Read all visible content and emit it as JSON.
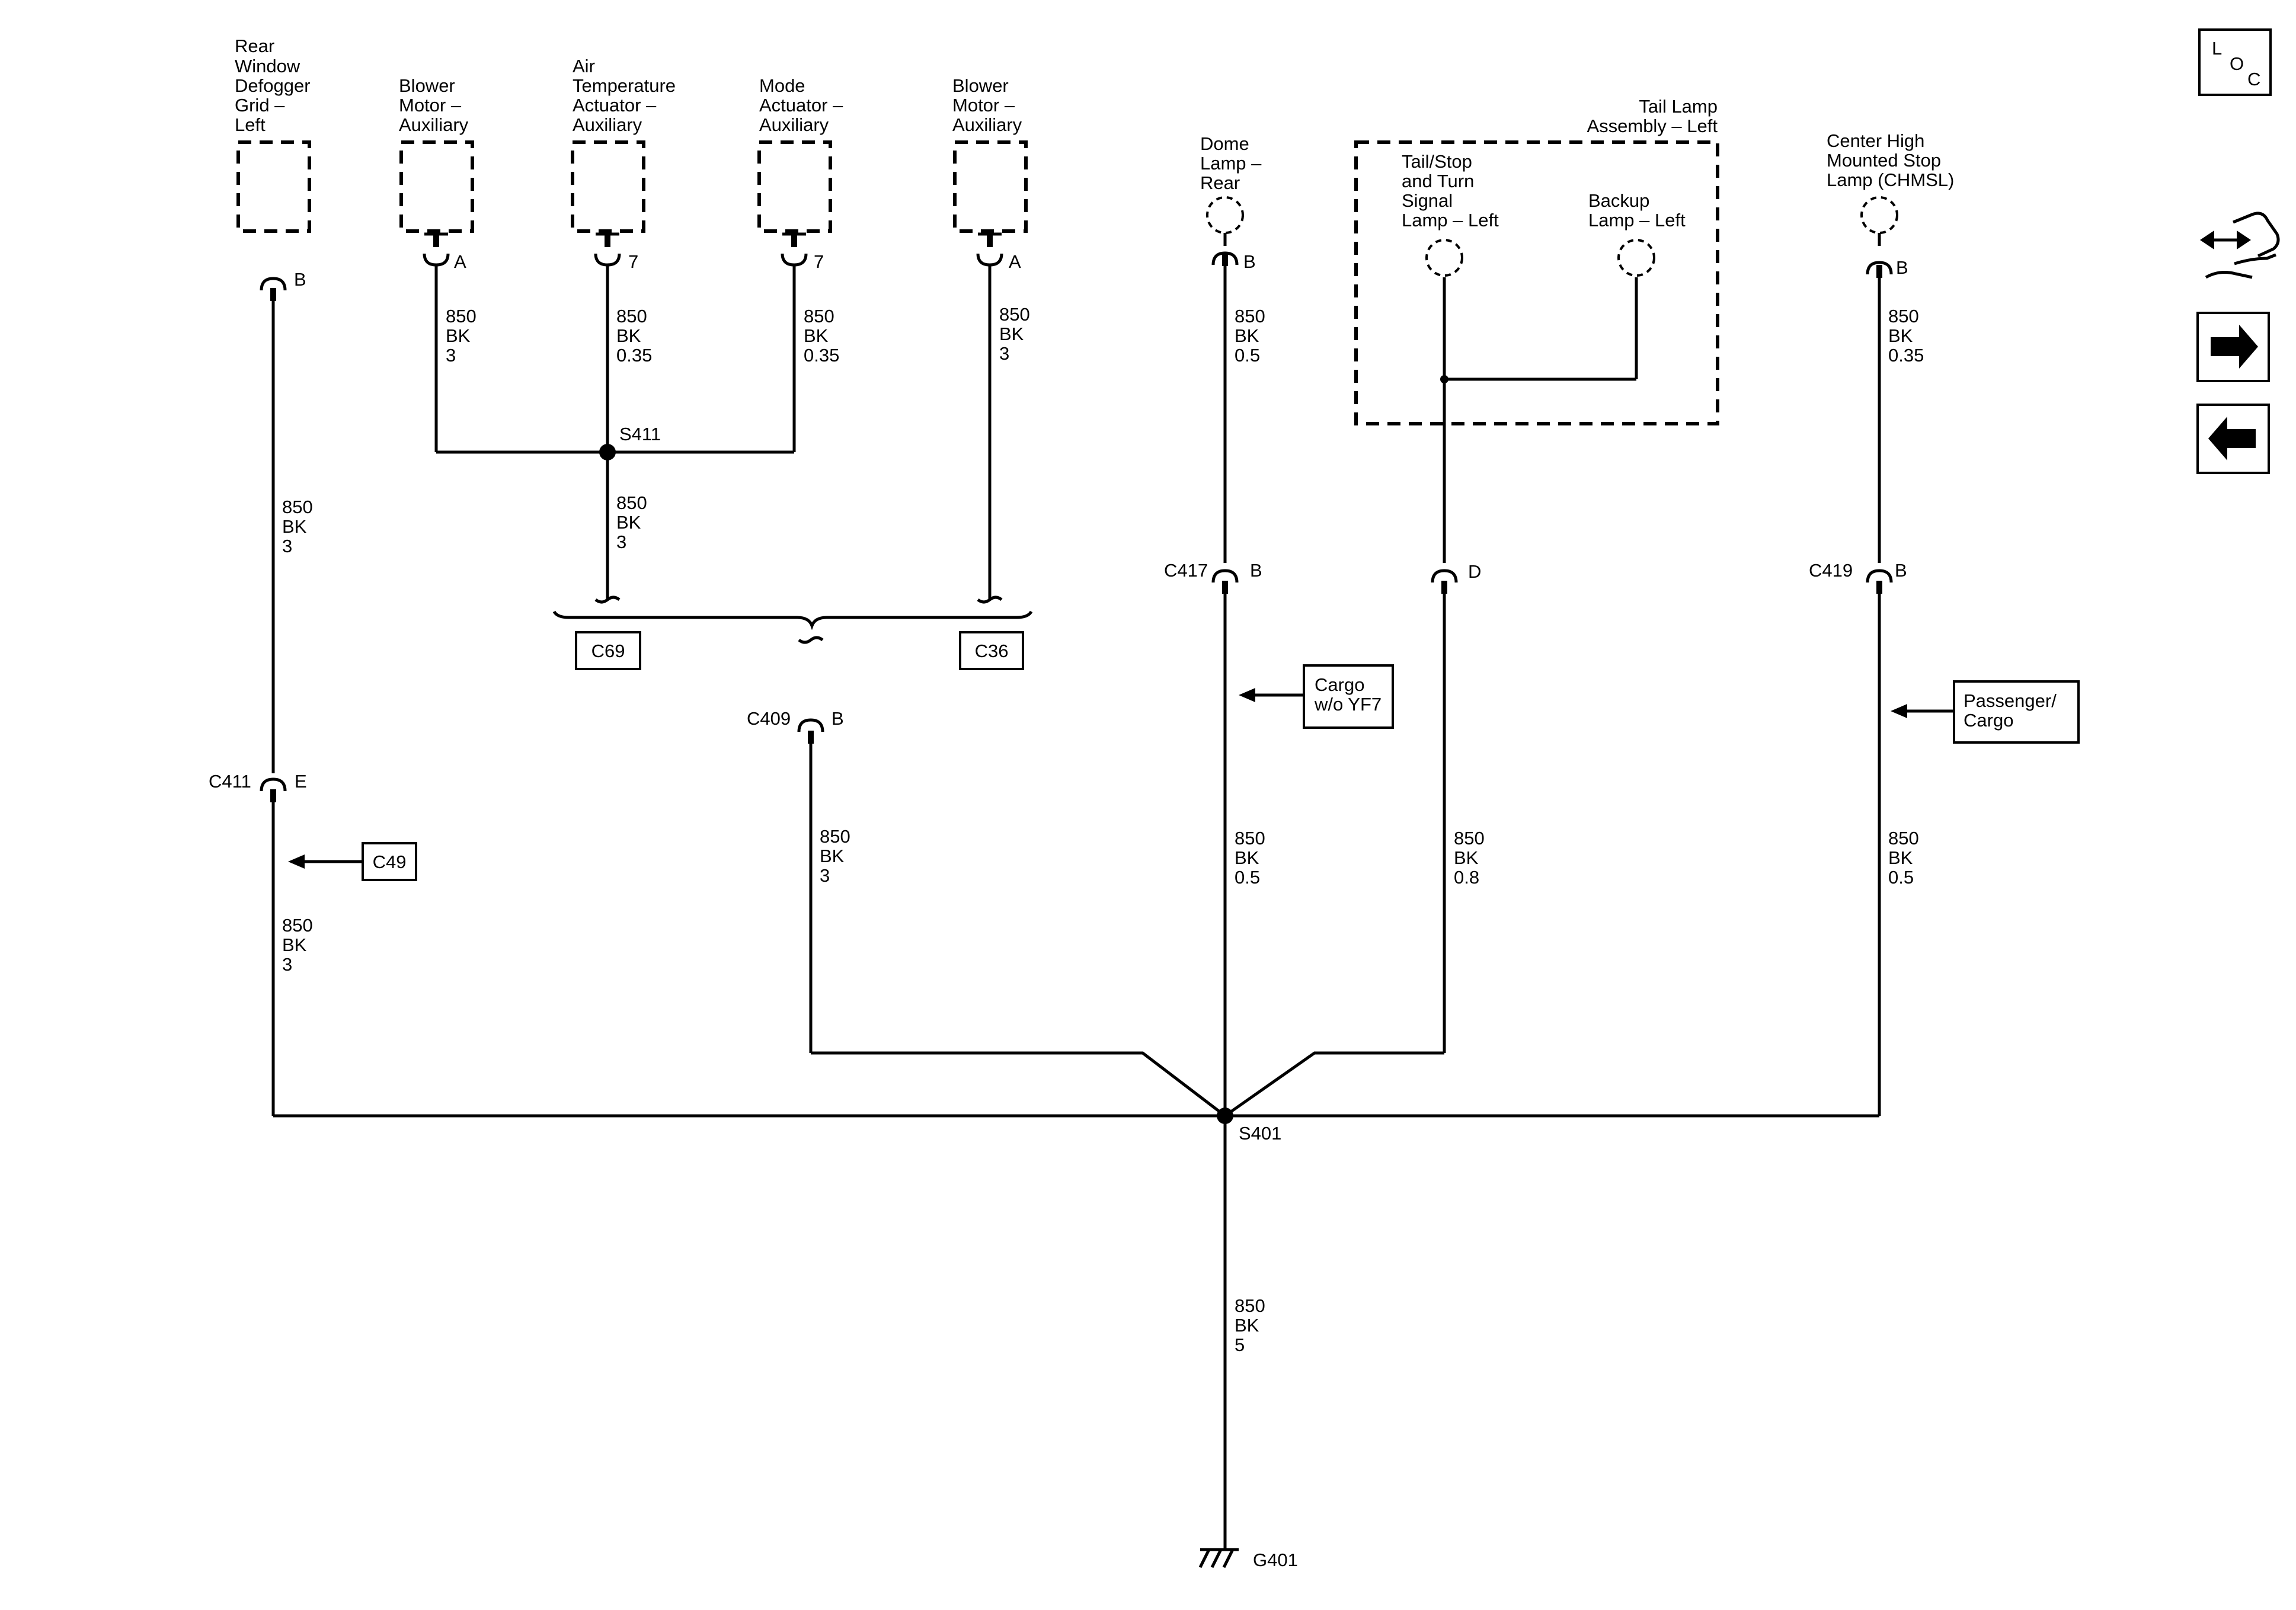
{
  "components": {
    "rear_defogger": [
      "Rear",
      "Window",
      "Defogger",
      "Grid –",
      "Left"
    ],
    "blower_aux_1": [
      "Blower",
      "Motor –",
      "Auxiliary"
    ],
    "air_temp_actuator": [
      "Air",
      "Temperature",
      "Actuator –",
      "Auxiliary"
    ],
    "mode_actuator": [
      "Mode",
      "Actuator –",
      "Auxiliary"
    ],
    "blower_aux_2": [
      "Blower",
      "Motor –",
      "Auxiliary"
    ],
    "dome_lamp": [
      "Dome",
      "Lamp –",
      "Rear"
    ],
    "tail_lamp_assembly": [
      "Tail Lamp",
      "Assembly – Left"
    ],
    "tail_stop_turn": [
      "Tail/Stop",
      "and Turn",
      "Signal",
      "Lamp – Left"
    ],
    "backup_lamp": [
      "Backup",
      "Lamp – Left"
    ],
    "chmsl": [
      "Center High",
      "Mounted Stop",
      "Lamp (CHMSL)"
    ]
  },
  "pins": {
    "defogger": "B",
    "blower1": "A",
    "airtemp": "7",
    "mode": "7",
    "blower2": "A",
    "dome": "B",
    "chmsl": "B",
    "c417": "B",
    "tail_d": "D",
    "c419": "B",
    "c409": "B",
    "c411": "E"
  },
  "connectors": {
    "c411": "C411",
    "c409": "C409",
    "c417": "C417",
    "c419": "C419"
  },
  "splices": {
    "s411": "S411",
    "s401": "S401"
  },
  "ground": "G401",
  "wires": {
    "defogger_top": [
      "850",
      "BK",
      "3"
    ],
    "defogger_bottom": [
      "850",
      "BK",
      "3"
    ],
    "blower1": [
      "850",
      "BK",
      "3"
    ],
    "airtemp": [
      "850",
      "BK",
      "0.35"
    ],
    "mode": [
      "850",
      "BK",
      "0.35"
    ],
    "blower2": [
      "850",
      "BK",
      "3"
    ],
    "s411_out": [
      "850",
      "BK",
      "3"
    ],
    "c409_out": [
      "850",
      "BK",
      "3"
    ],
    "dome_top": [
      "850",
      "BK",
      "0.5"
    ],
    "dome_bottom": [
      "850",
      "BK",
      "0.5"
    ],
    "tail_bottom": [
      "850",
      "BK",
      "0.8"
    ],
    "chmsl_top": [
      "850",
      "BK",
      "0.35"
    ],
    "chmsl_bottom": [
      "850",
      "BK",
      "0.5"
    ],
    "ground": [
      "850",
      "BK",
      "5"
    ]
  },
  "references": {
    "c69": "C69",
    "c36": "C36",
    "c49": "C49",
    "cargo": [
      "Cargo",
      "w/o YF7"
    ],
    "passenger": [
      "Passenger/",
      "Cargo"
    ]
  },
  "nav": {
    "loc_l": "L",
    "loc_o": "O",
    "loc_c": "C"
  }
}
